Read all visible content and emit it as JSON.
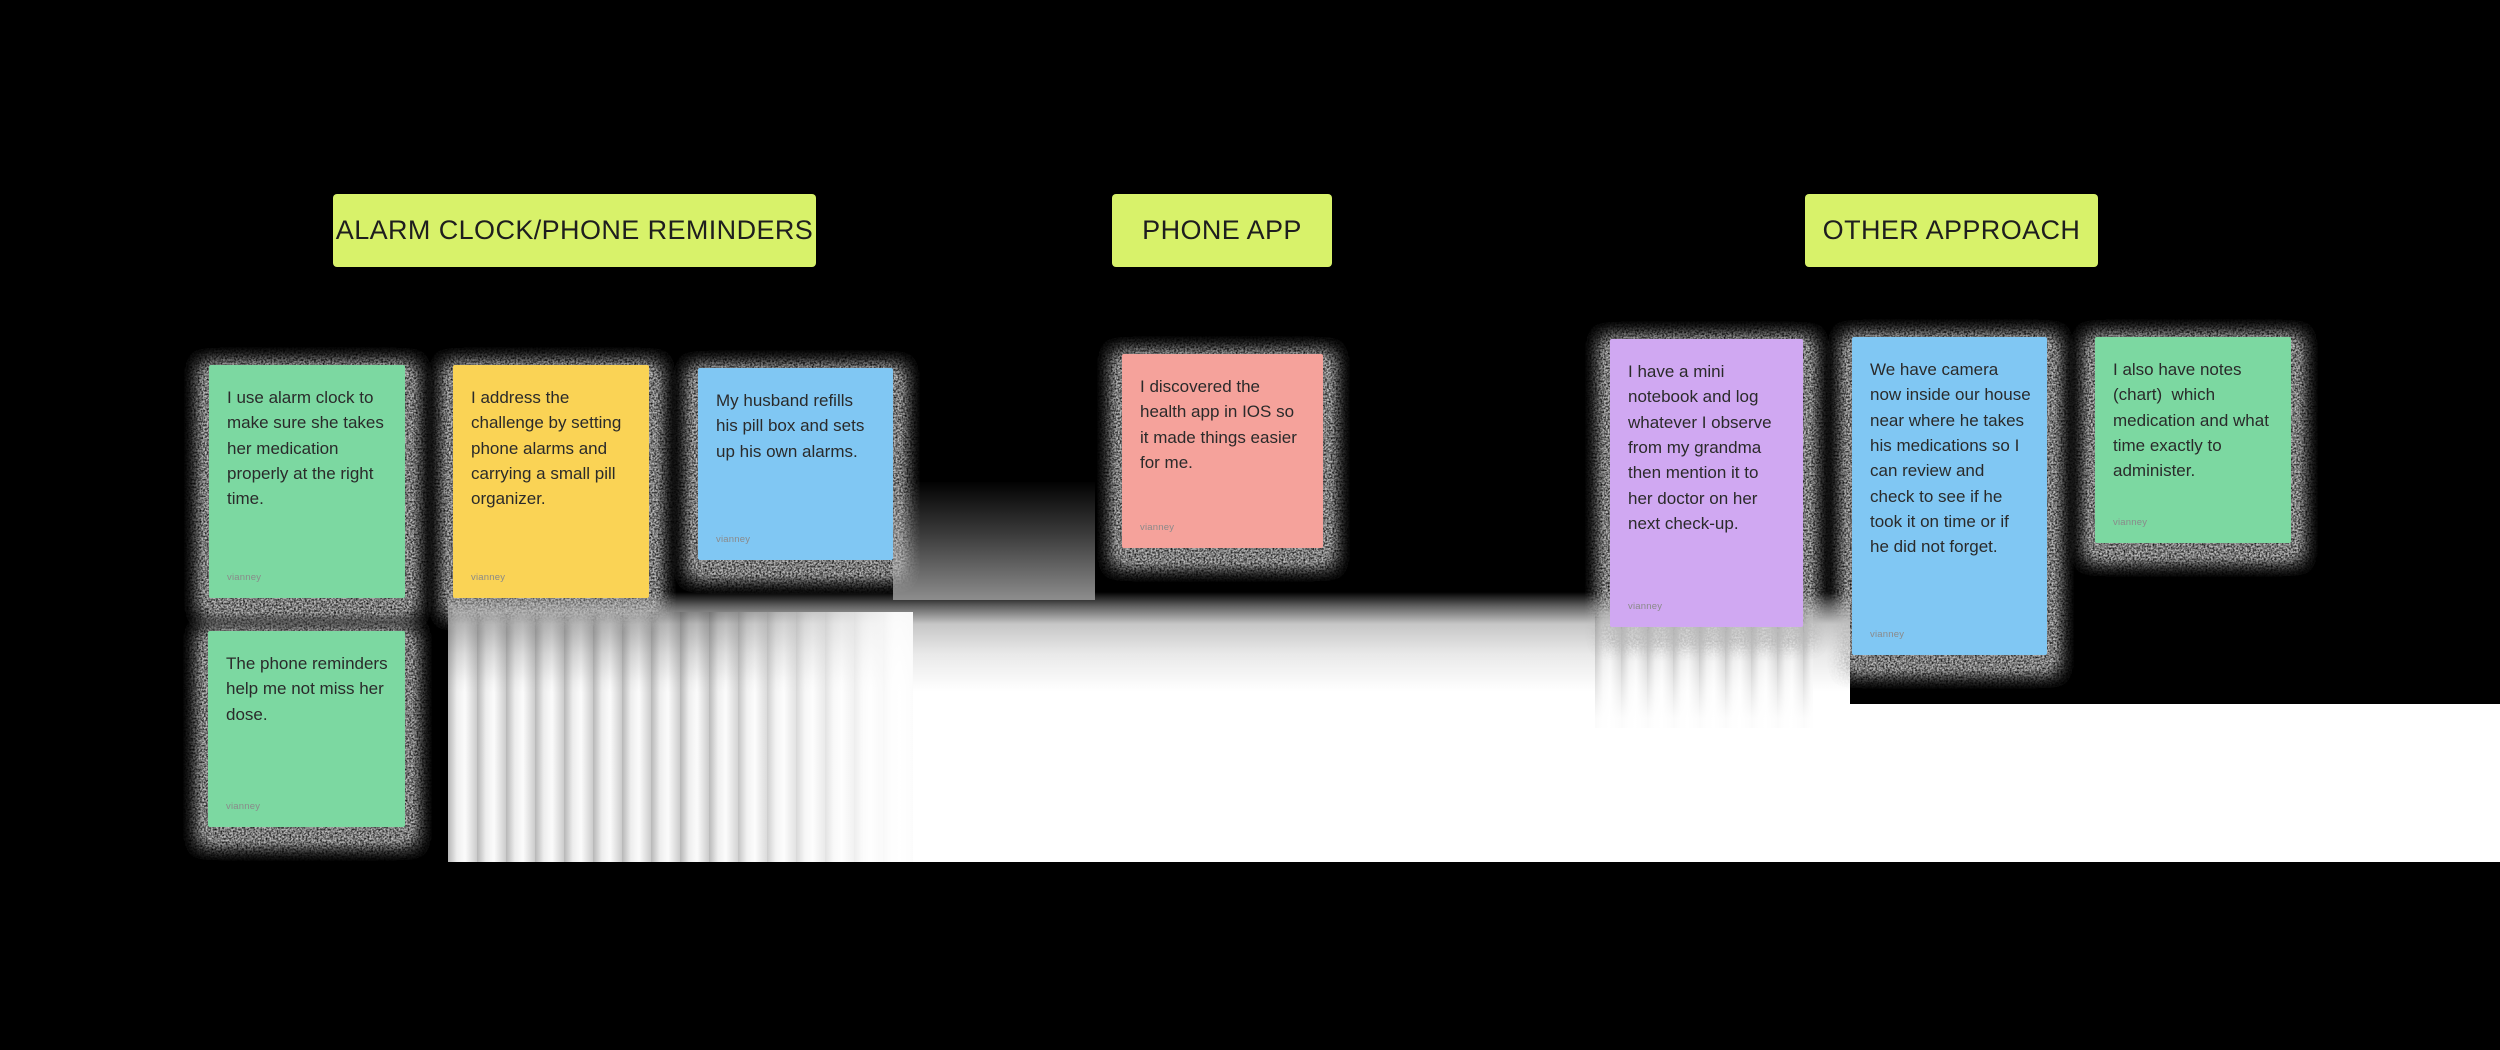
{
  "board": {
    "app_context": "whiteboard sticky-note board",
    "background_color": "#000000"
  },
  "palette": {
    "header_chip": "#D8F26A",
    "green_note": "#7BD8A1",
    "yellow_note": "#FAD354",
    "blue_note": "#80C7F3",
    "pink_note": "#F5A29B",
    "purple_note": "#D0A8F2",
    "section_white": "#FFFFFF",
    "note_text": "#2B2B2B",
    "author_text": "#8A8A8A"
  },
  "columns": [
    {
      "header": "ALARM CLOCK/PHONE REMINDERS",
      "notes": [
        {
          "color": "#7BD8A1",
          "text": "I use alarm clock to make sure she takes her medication properly at the right time.",
          "author": "vianney"
        },
        {
          "color": "#FAD354",
          "text": "I address the challenge by setting phone alarms and carrying a small pill organizer.",
          "author": "vianney"
        },
        {
          "color": "#80C7F3",
          "text": "My husband refills his pill box and sets up his own alarms.",
          "author": "vianney"
        },
        {
          "color": "#7BD8A1",
          "text": "The phone reminders help me not miss her dose.",
          "author": "vianney"
        }
      ]
    },
    {
      "header": "PHONE APP",
      "notes": [
        {
          "color": "#F5A29B",
          "text": "I discovered the health app in IOS so it made things easier for me.",
          "author": "vianney"
        }
      ]
    },
    {
      "header": "OTHER APPROACH",
      "notes": [
        {
          "color": "#D0A8F2",
          "text": "I have a mini notebook and log whatever I observe from my grandma then mention it to her doctor on her next check-up.",
          "author": "vianney"
        },
        {
          "color": "#80C7F3",
          "text": "We have camera now inside our house near where he takes his medications so I can review and check to see if he took it on time or if he did not forget.",
          "author": "vianney"
        },
        {
          "color": "#7BD8A1",
          "text": "I also have notes (chart)  which medication and what time exactly to administer.",
          "author": "vianney"
        }
      ]
    }
  ]
}
